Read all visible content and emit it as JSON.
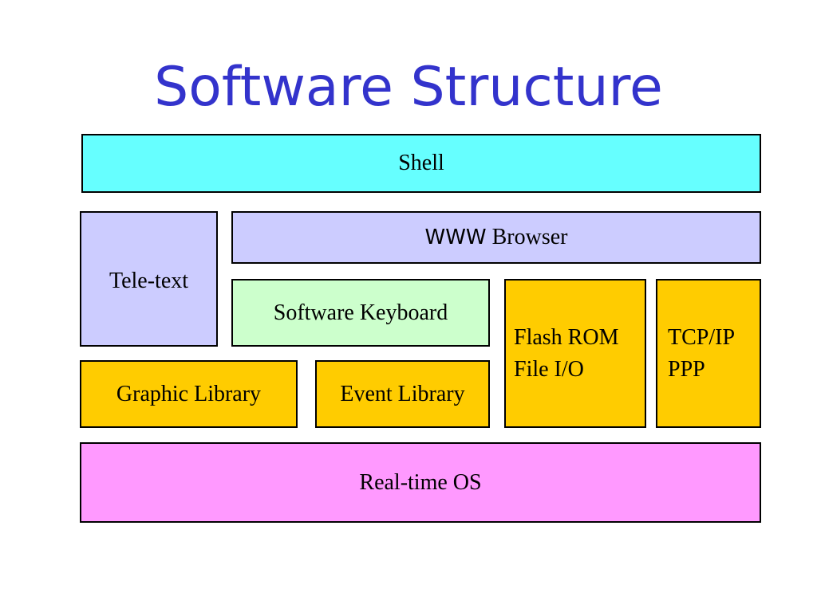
{
  "slide": {
    "title": "Software Structure"
  },
  "layers": {
    "shell": "Shell",
    "www_browser_prefix": "WWW",
    "www_browser_suffix": " Browser",
    "tele_text": "Tele-text",
    "software_keyboard": "Software Keyboard",
    "flash_rom_line1": "Flash ROM",
    "flash_rom_line2": "File I/O",
    "tcpip_line1": "TCP/IP",
    "tcpip_line2": "PPP",
    "graphic_library": "Graphic Library",
    "event_library": "Event Library",
    "realtime_os": "Real-time OS"
  },
  "colors": {
    "title": "#3333cc",
    "shell": "#66ffff",
    "browser_teletext": "#ccccff",
    "keyboard": "#ccffcc",
    "library_modules": "#ffcc00",
    "os": "#ff99ff"
  }
}
